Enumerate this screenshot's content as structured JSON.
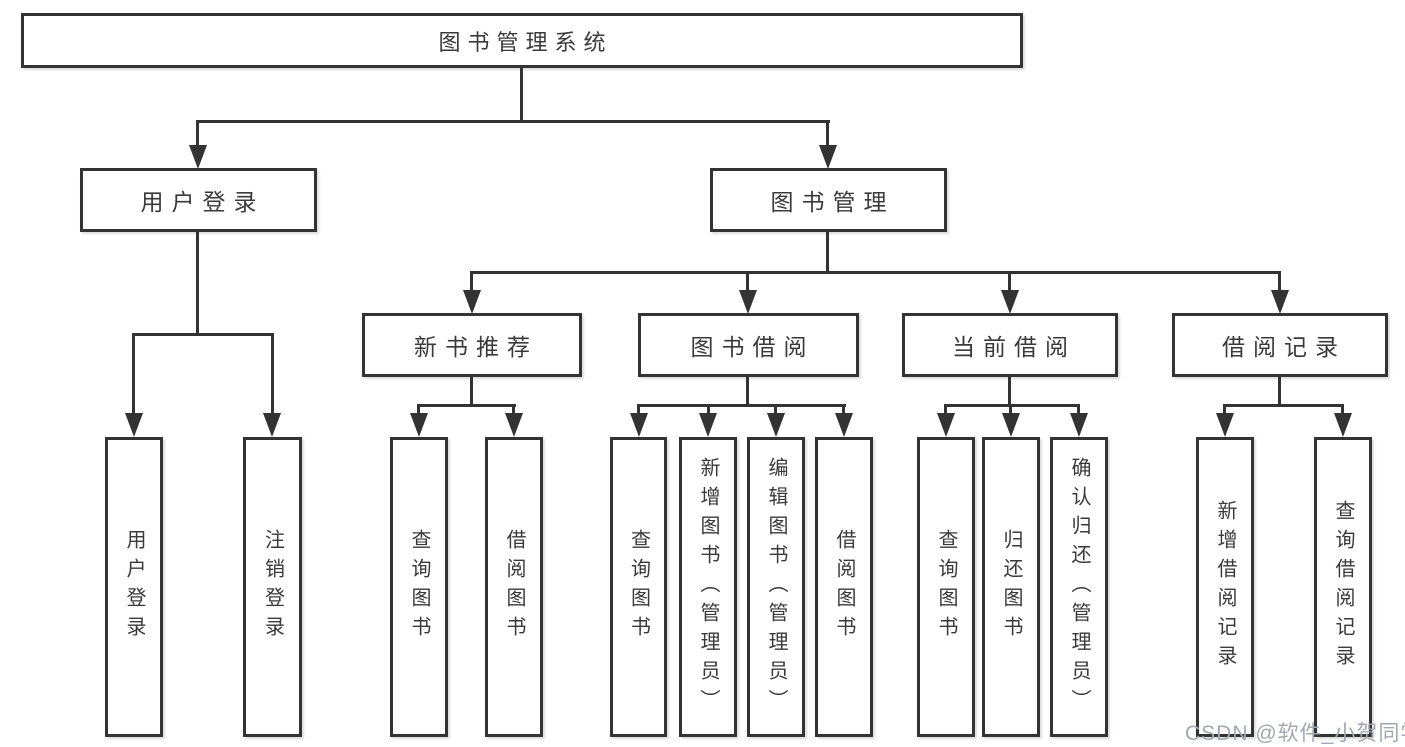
{
  "root": {
    "label": "图书管理系统"
  },
  "level2": {
    "user_login": {
      "label": "用户登录"
    },
    "book_mgmt": {
      "label": "图书管理"
    }
  },
  "level3": {
    "new_book": {
      "label": "新书推荐"
    },
    "borrow": {
      "label": "图书借阅"
    },
    "current": {
      "label": "当前借阅"
    },
    "record": {
      "label": "借阅记录"
    }
  },
  "leaves": {
    "user_login": {
      "label": "用户登录"
    },
    "logout": {
      "label": "注销登录"
    },
    "nb_query": {
      "label": "查询图书"
    },
    "nb_borrow": {
      "label": "借阅图书"
    },
    "bw_query": {
      "label": "查询图书"
    },
    "bw_add": {
      "label": "新增图书（管理员）"
    },
    "bw_edit": {
      "label": "编辑图书（管理员）"
    },
    "bw_borrow": {
      "label": "借阅图书"
    },
    "cur_query": {
      "label": "查询图书"
    },
    "cur_return": {
      "label": "归还图书"
    },
    "cur_confirm": {
      "label": "确认归还（管理员）"
    },
    "rec_add": {
      "label": "新增借阅记录"
    },
    "rec_query": {
      "label": "查询借阅记录"
    }
  },
  "watermark": "CSDN @软件_小贺同学",
  "colors": {
    "line": "#333333",
    "text": "#3a3a3a",
    "watermark": "#a3a8b0",
    "background": "#ffffff"
  }
}
